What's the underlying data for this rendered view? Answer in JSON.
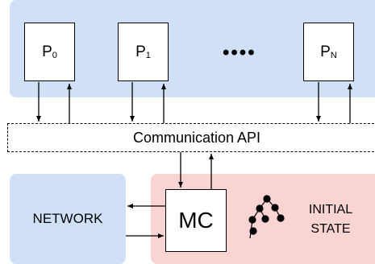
{
  "processes": [
    {
      "label": "P",
      "sub": "0"
    },
    {
      "label": "P",
      "sub": "1"
    },
    {
      "label": "P",
      "sub": "N"
    }
  ],
  "ellipsis": "••••",
  "api": {
    "label": "Communication API"
  },
  "mc": {
    "label": "MC"
  },
  "network": {
    "label": "NETWORK"
  },
  "initial_state": {
    "line1": "INITIAL",
    "line2": "STATE"
  },
  "colors": {
    "blue_panel": "#cfe0f7",
    "red_panel": "#fad3d3"
  }
}
